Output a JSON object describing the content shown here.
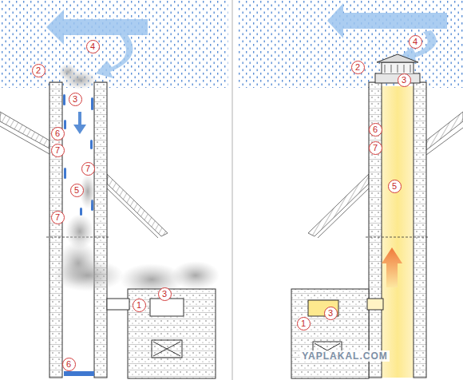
{
  "diagram": {
    "labels": [
      "2",
      "4",
      "3",
      "6",
      "7",
      "7",
      "5",
      "7",
      "1",
      "3",
      "6",
      "2",
      "4",
      "3",
      "6",
      "7",
      "5",
      "1",
      "3",
      "YAPLAKAL.COM"
    ]
  }
}
